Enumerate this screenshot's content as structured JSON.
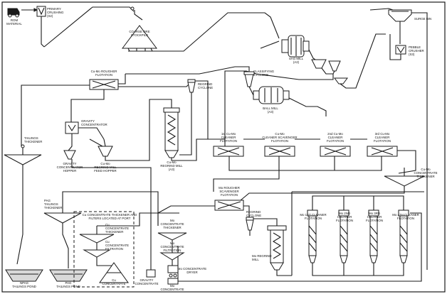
{
  "labels": {
    "rom_material": [
      "ROM",
      "MATERIAL"
    ],
    "primary_crushing": [
      "PRIMARY",
      "CRUSHING",
      "(S2)"
    ],
    "coarse_ore_stockpile": [
      "COARSE ORE",
      "STOCKPILE"
    ],
    "sag_mill": [
      "SAG MILL",
      "(A2)"
    ],
    "surge_bin": [
      "SURGE BIN"
    ],
    "pebble_crusher": [
      "PEBBLE",
      "CRUSHER",
      "(S3)"
    ],
    "classifying_cyclone": [
      "CLASSIFYING",
      "CYCLONE"
    ],
    "ball_mill": [
      "BALL MILL",
      "(A3)"
    ],
    "cu_mo_rougher_flotation": [
      "Cu-Mo ROUGHER",
      "FLOTATION"
    ],
    "regrind_cyclone": [
      "REGRIND",
      "CYCLONE"
    ],
    "gravity_concentrator": [
      "GRAVITY",
      "CONCENTRATOR"
    ],
    "cu_mo_regrind_mill": [
      "Cu-Mo",
      "REGRIND MILL",
      "(A3)"
    ],
    "tailings_thickener": [
      "TAILINGS",
      "THICKENER"
    ],
    "gravity_concentrator_hopper": [
      "GRAVITY",
      "CONCENTRATOR",
      "HOPPER"
    ],
    "cu_mo_regrind_feed_hopper": [
      "Cu-Mo",
      "REGRIND MILL",
      "FEED HOPPER"
    ],
    "first_cu_mo_cleaner": [
      "1st Cu-Mo",
      "CLEANER",
      "FLOTATION"
    ],
    "cu_mo_cleaner_scavenger": [
      "Cu-Mo",
      "CLEANER SCAVENGER",
      "FLOTATION"
    ],
    "second_cu_mo_cleaner": [
      "2nd Cu-Mo",
      "CLEANER",
      "FLOTATION"
    ],
    "third_cu_mo_cleaner": [
      "3rd Cu-Mo",
      "CLEANER",
      "FLOTATION"
    ],
    "cu_mo_concentrate_thickener": [
      "Cu-Mo",
      "CONCENTRATE",
      "THICKENER"
    ],
    "mo_rougher_scavenger": [
      "Mo ROUGHER",
      "SCAVENGER",
      "FLOTATION"
    ],
    "pag_tailings_thickener": [
      "PAG",
      "TAILINGS",
      "THICKENER"
    ],
    "cu_concentrate_thickener_note": [
      "Cu CONCENTRATE THICKENER AND",
      "FILTERS LOCATED AT PORT"
    ],
    "cu_concentrate_thickener": [
      "Cu",
      "CONCENTRATE",
      "THICKENER"
    ],
    "cu_concentrate_filtration": [
      "Cu",
      "CONCENTRATE",
      "FILTRATION"
    ],
    "mo_concentrate_thickener": [
      "Mo",
      "CONCENTRATE",
      "THICKENER"
    ],
    "mo_concentrate_filtration": [
      "Mo",
      "CONCENTRATE",
      "FILTRATION"
    ],
    "regrind_cyclone_mo": [
      "REGRIND",
      "CYCLONE"
    ],
    "mo_regrind_mill": [
      "Mo REGRIND",
      "MILL"
    ],
    "mo_1st_cleaner": [
      "Mo 1ST CLEANER",
      "FLOTATION"
    ],
    "mo_2nd_cleaner": [
      "Mo 2ND",
      "CLEANER",
      "FLOTATION"
    ],
    "mo_3rd_cleaner": [
      "Mo 3RD",
      "CLEANER",
      "FLOTATION"
    ],
    "mo_4th_cleaner": [
      "Mo 4TH CLEANER",
      "FLOTATION"
    ],
    "mo_concentrate_dryer": [
      "Mo CONCENTRATE",
      "DRYER"
    ],
    "npag_tailings_pond": [
      "NPAG",
      "TAILINGS POND"
    ],
    "pag_tailings_pond": [
      "PAG",
      "TAILINGS POND"
    ],
    "cu_concentrate": [
      "Cu",
      "CONCENTRATE"
    ],
    "gravity_concentrate": [
      "GRAVITY",
      "CONCENTRATE"
    ],
    "mo_concentrate": [
      "Mo",
      "CONCENTRATE"
    ]
  }
}
